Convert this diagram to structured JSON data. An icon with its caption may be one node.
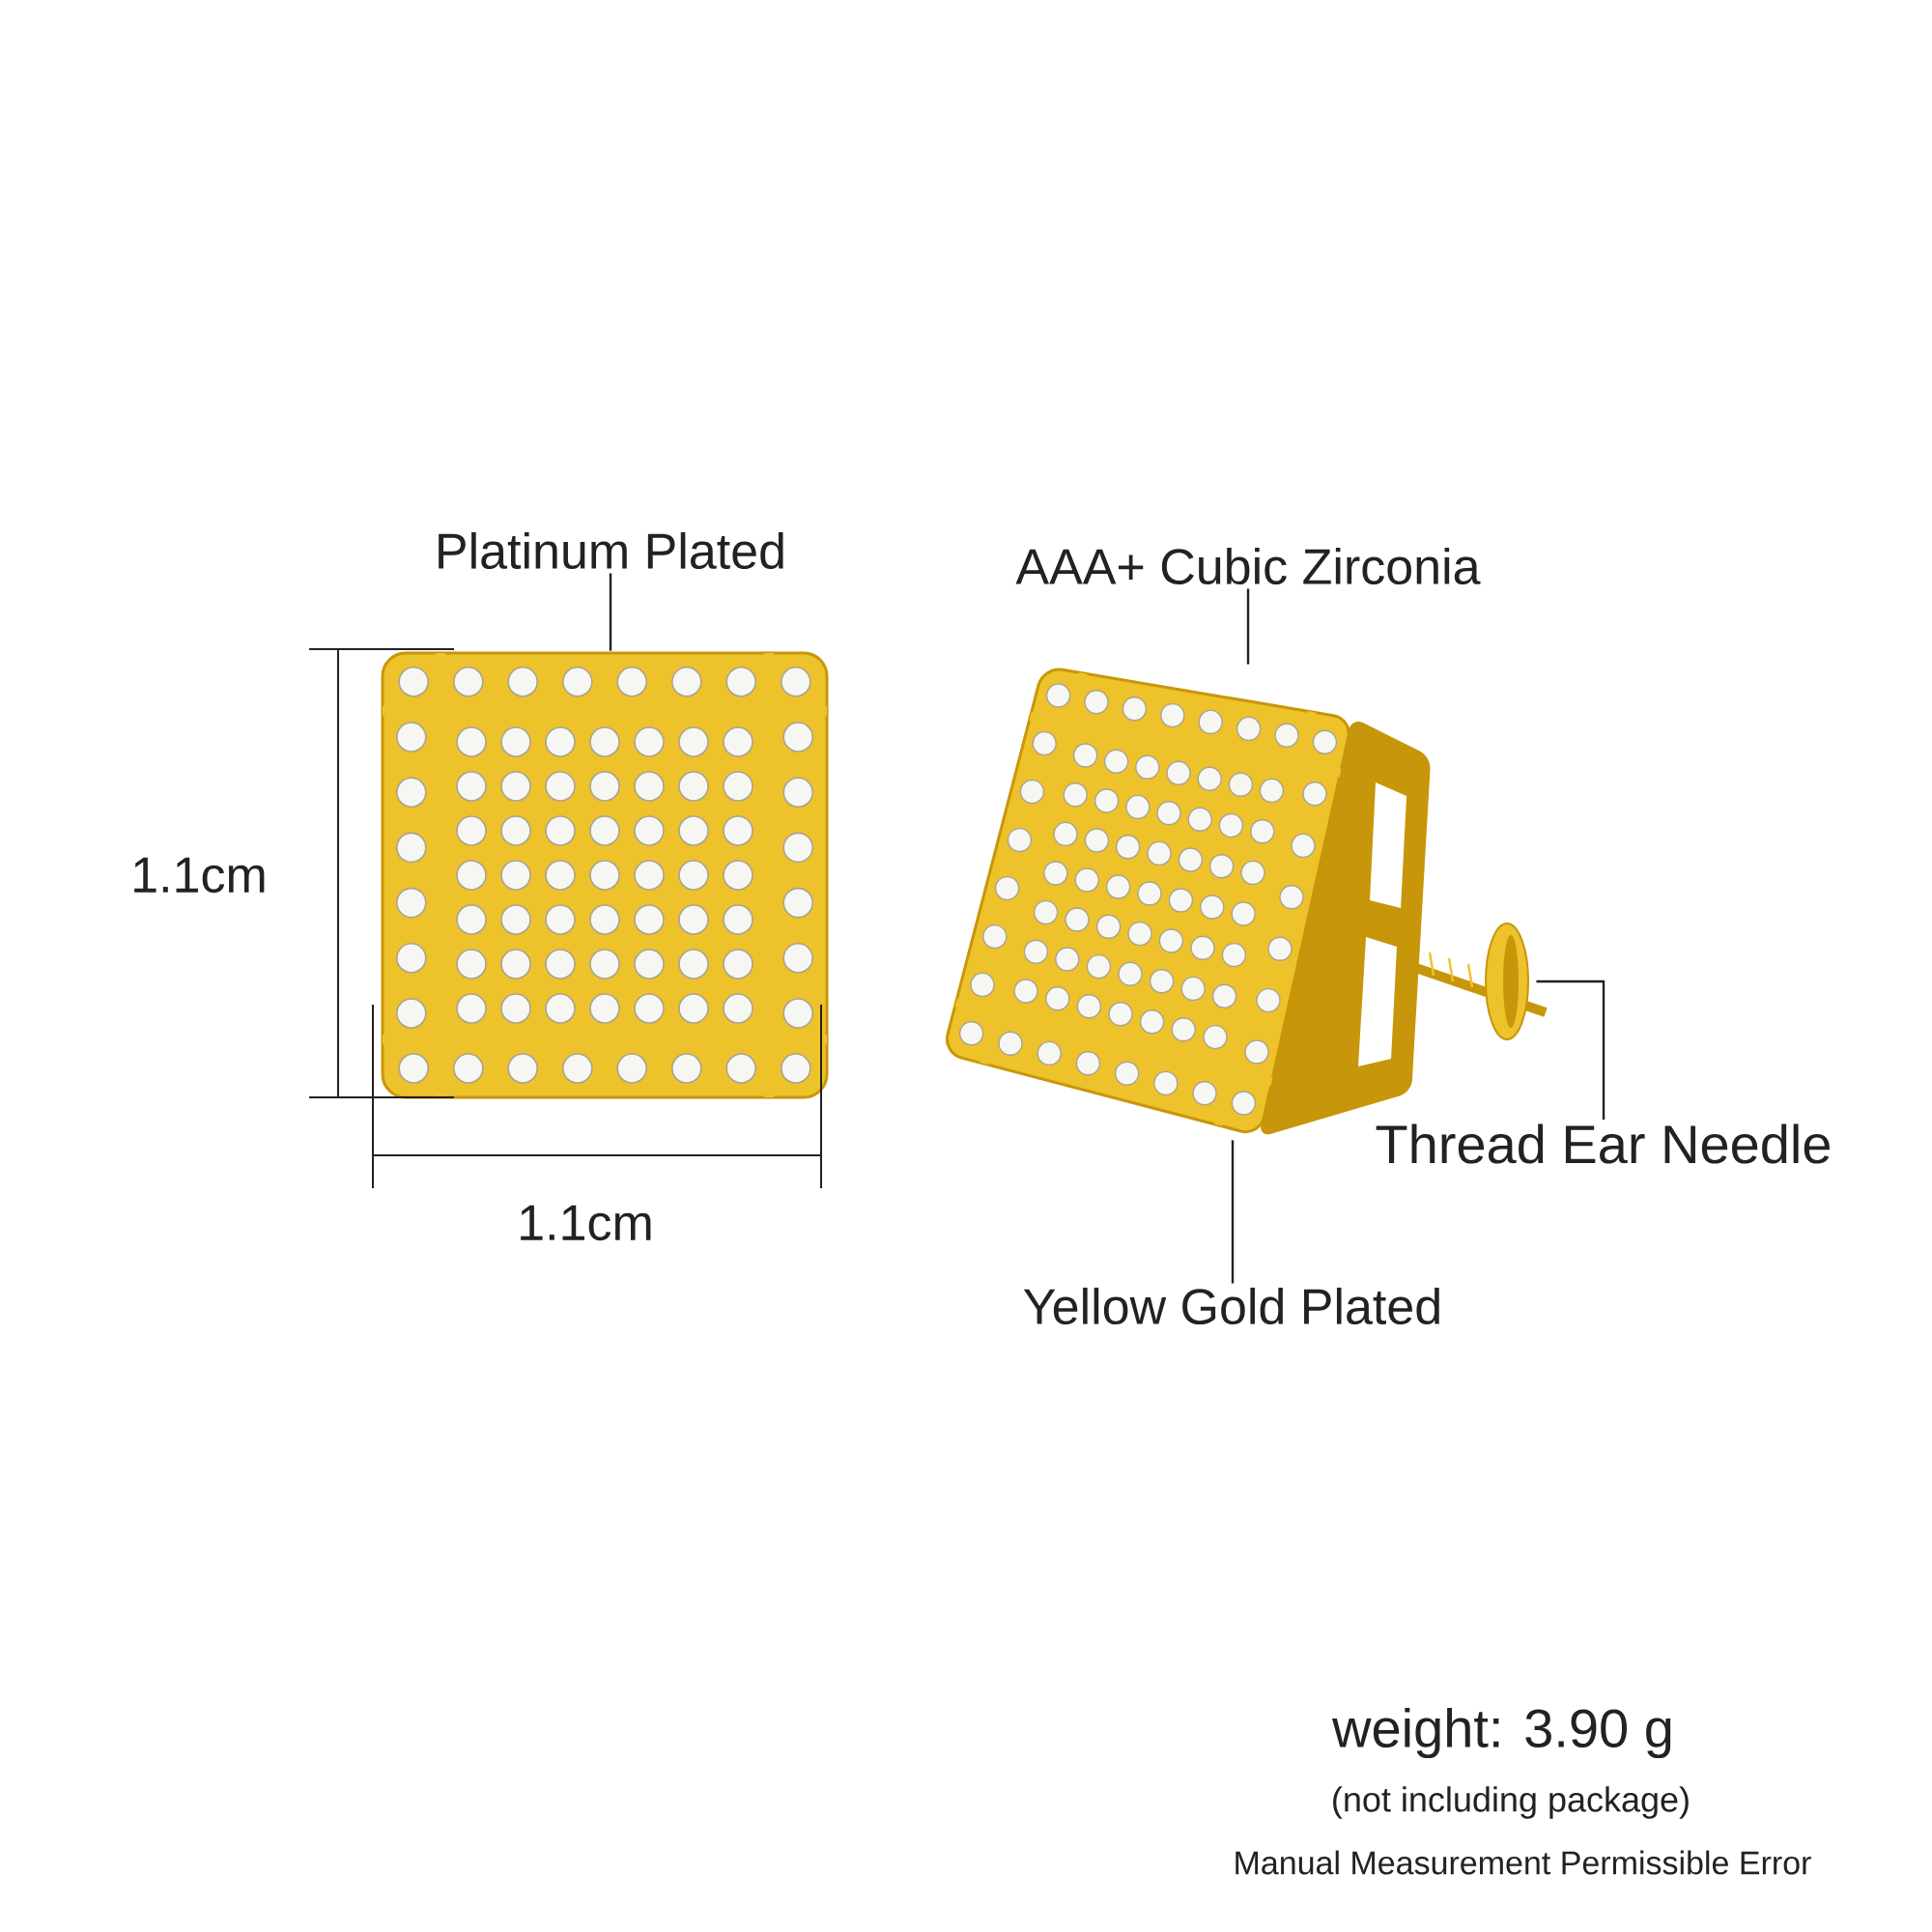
{
  "diagram": {
    "nodes": [
      {
        "text": [
          "Platinum Plated"
        ]
      },
      {
        "text": [
          "AAA+ Cubic Zirconia"
        ]
      },
      {
        "text": [
          "Thread Ear Needle"
        ]
      },
      {
        "text": [
          "Yellow Gold Plated"
        ]
      },
      {
        "text": [],
        "shape": "picture"
      },
      {
        "text": [],
        "shape": "picture"
      },
      {
        "text": [],
        "shape": "picture"
      }
    ],
    "edges": [
      {
        "from": 0,
        "to": 4,
        "arrow": "none"
      },
      {
        "from": 1,
        "to": 5,
        "arrow": "none"
      },
      {
        "from": 2,
        "to": 6,
        "arrow": "none"
      },
      {
        "from": 3,
        "to": 5,
        "arrow": "none"
      }
    ],
    "labels": [
      "1.1cm",
      "1.1cm",
      "weight: 3.90 g",
      "(not including package)",
      "Manual Measurement Permissible Error"
    ]
  }
}
